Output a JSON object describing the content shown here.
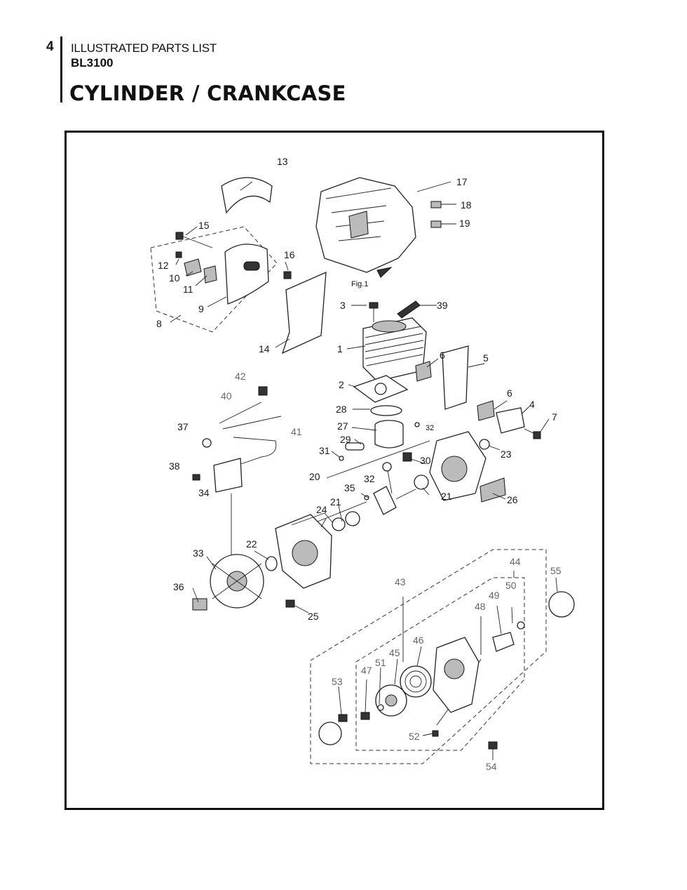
{
  "header": {
    "page_number": "4",
    "section": "ILLUSTRATED PARTS LIST",
    "model": "BL3100",
    "title": "CYLINDER / CRANKCASE"
  },
  "diagram": {
    "figure_label": "Fig.1",
    "callouts": [
      "1",
      "2",
      "3",
      "4",
      "5",
      "6",
      "6",
      "7",
      "8",
      "9",
      "10",
      "11",
      "12",
      "13",
      "14",
      "15",
      "16",
      "17",
      "18",
      "19",
      "20",
      "21",
      "21",
      "22",
      "23",
      "24",
      "25",
      "26",
      "27",
      "28",
      "29",
      "30",
      "31",
      "32",
      "32",
      "33",
      "34",
      "35",
      "36",
      "37",
      "38",
      "39",
      "40",
      "41",
      "42",
      "43",
      "44",
      "45",
      "46",
      "47",
      "48",
      "49",
      "50",
      "51",
      "52",
      "53",
      "54",
      "55"
    ]
  }
}
